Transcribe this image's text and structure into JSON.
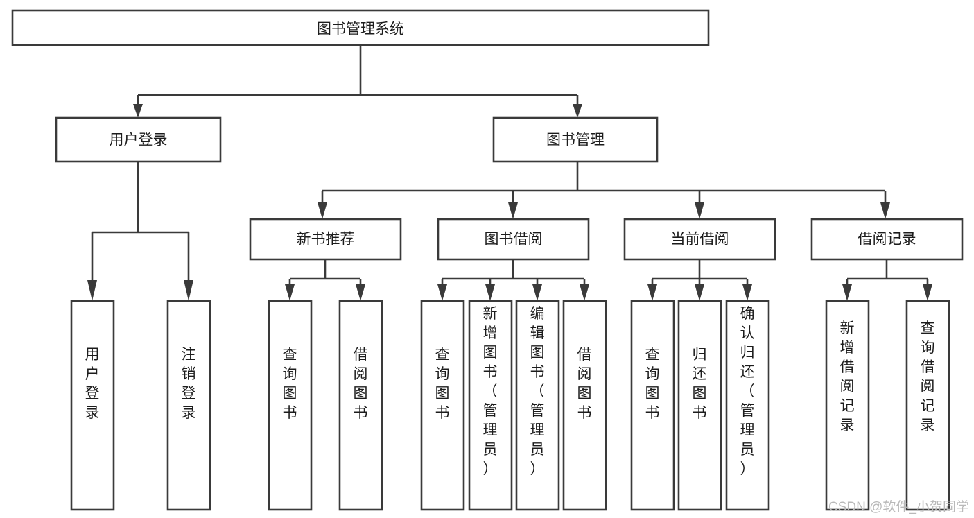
{
  "diagram": {
    "title": "图书管理系统",
    "type": "tree-hierarchy-chart",
    "background_color": "#ffffff",
    "line_color": "#3a3a3a",
    "text_color": "#1c1c1c",
    "root": {
      "id": "root",
      "label": "图书管理系统",
      "orientation": "horizontal"
    },
    "level2": [
      {
        "id": "user-login",
        "label": "用户登录",
        "orientation": "horizontal"
      },
      {
        "id": "book-manage",
        "label": "图书管理",
        "orientation": "horizontal"
      }
    ],
    "level3": [
      {
        "id": "new-book-recommend",
        "label": "新书推荐",
        "orientation": "horizontal"
      },
      {
        "id": "book-borrow",
        "label": "图书借阅",
        "orientation": "horizontal"
      },
      {
        "id": "current-borrow",
        "label": "当前借阅",
        "orientation": "horizontal"
      },
      {
        "id": "borrow-record",
        "label": "借阅记录",
        "orientation": "horizontal"
      }
    ],
    "leaves": [
      {
        "id": "leaf-user-login",
        "parent": "user-login",
        "label": "用户登录",
        "orientation": "vertical"
      },
      {
        "id": "leaf-logout",
        "parent": "user-login",
        "label": "注销登录",
        "orientation": "vertical"
      },
      {
        "id": "leaf-query-book-1",
        "parent": "new-book-recommend",
        "label": "查询图书",
        "orientation": "vertical"
      },
      {
        "id": "leaf-borrow-book-1",
        "parent": "new-book-recommend",
        "label": "借阅图书",
        "orientation": "vertical"
      },
      {
        "id": "leaf-query-book-2",
        "parent": "book-borrow",
        "label": "查询图书",
        "orientation": "vertical"
      },
      {
        "id": "leaf-add-book",
        "parent": "book-borrow",
        "label": "新增图书（管理员）",
        "orientation": "vertical"
      },
      {
        "id": "leaf-edit-book",
        "parent": "book-borrow",
        "label": "编辑图书（管理员）",
        "orientation": "vertical"
      },
      {
        "id": "leaf-borrow-book-2",
        "parent": "book-borrow",
        "label": "借阅图书",
        "orientation": "vertical"
      },
      {
        "id": "leaf-query-book-3",
        "parent": "current-borrow",
        "label": "查询图书",
        "orientation": "vertical"
      },
      {
        "id": "leaf-return-book",
        "parent": "current-borrow",
        "label": "归还图书",
        "orientation": "vertical"
      },
      {
        "id": "leaf-confirm-return",
        "parent": "current-borrow",
        "label": "确认归还（管理员）",
        "orientation": "vertical"
      },
      {
        "id": "leaf-add-record",
        "parent": "borrow-record",
        "label": "新增借阅记录",
        "orientation": "vertical"
      },
      {
        "id": "leaf-query-record",
        "parent": "borrow-record",
        "label": "查询借阅记录",
        "orientation": "vertical"
      }
    ]
  },
  "watermark": {
    "text": "CSDN @软件_小贺同学"
  }
}
